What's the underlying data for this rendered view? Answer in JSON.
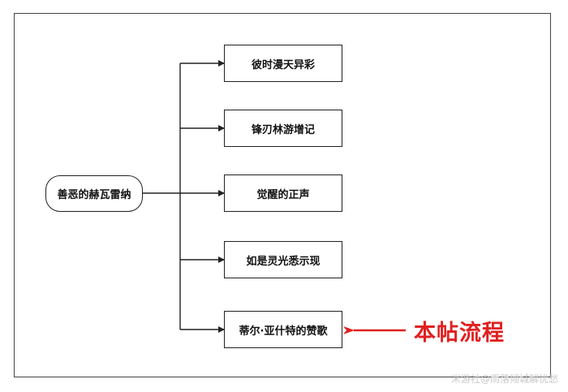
{
  "diagram": {
    "root": {
      "label": "善恶的赫瓦雷纳"
    },
    "children": [
      {
        "label": "彼时漫天异彩"
      },
      {
        "label": "锋刃林游增记"
      },
      {
        "label": "觉醒的正声"
      },
      {
        "label": "如是灵光悉示现"
      },
      {
        "label": "蒂尔·亚什特的赞歌"
      }
    ]
  },
  "callout": {
    "text": "本帖流程",
    "color": "#e02020"
  },
  "watermark": {
    "text": "米游社@雨落倾城解忧愁"
  }
}
